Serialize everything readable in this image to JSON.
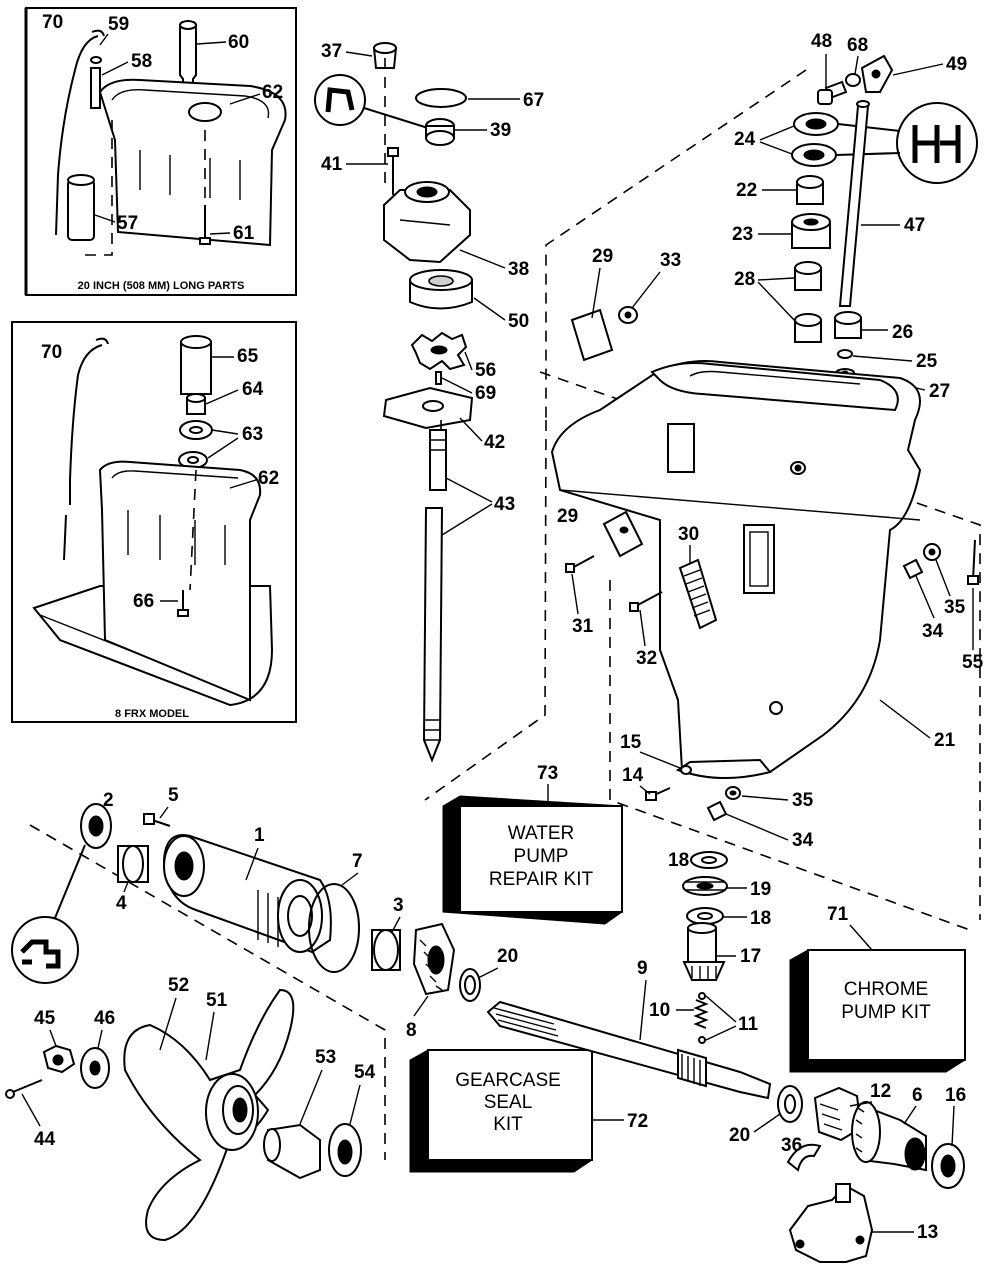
{
  "insets": {
    "long_parts_caption": "20 INCH (508 MM) LONG PARTS",
    "frx_caption": "8 FRX MODEL"
  },
  "kits": {
    "water_pump": [
      "WATER",
      "PUMP",
      "REPAIR KIT"
    ],
    "chrome_pump": [
      "CHROME",
      "PUMP KIT"
    ],
    "gearcase_seal": [
      "GEARCASE",
      "SEAL",
      "KIT"
    ]
  },
  "callouts": {
    "n1": "1",
    "n2": "2",
    "n3": "3",
    "n4": "4",
    "n5": "5",
    "n6": "6",
    "n7": "7",
    "n8": "8",
    "n9": "9",
    "n10": "10",
    "n11": "11",
    "n12": "12",
    "n13": "13",
    "n14": "14",
    "n15": "15",
    "n16": "16",
    "n17": "17",
    "n18a": "18",
    "n18b": "18",
    "n19": "19",
    "n20a": "20",
    "n20b": "20",
    "n21": "21",
    "n22": "22",
    "n23": "23",
    "n24": "24",
    "n25": "25",
    "n26": "26",
    "n27": "27",
    "n28": "28",
    "n29a": "29",
    "n29b": "29",
    "n30": "30",
    "n31": "31",
    "n32": "32",
    "n33": "33",
    "n34a": "34",
    "n34b": "34",
    "n35a": "35",
    "n35b": "35",
    "n36": "36",
    "n37": "37",
    "n38": "38",
    "n39": "39",
    "n41": "41",
    "n42": "42",
    "n43": "43",
    "n44": "44",
    "n45": "45",
    "n46": "46",
    "n47": "47",
    "n48": "48",
    "n49": "49",
    "n50": "50",
    "n51": "51",
    "n52": "52",
    "n53": "53",
    "n54": "54",
    "n55": "55",
    "n56": "56",
    "n57": "57",
    "n58": "58",
    "n59": "59",
    "n60": "60",
    "n61": "61",
    "n62a": "62",
    "n62b": "62",
    "n63": "63",
    "n64": "64",
    "n65": "65",
    "n66": "66",
    "n67": "67",
    "n68": "68",
    "n69": "69",
    "n70a": "70",
    "n70b": "70",
    "n71": "71",
    "n72": "72",
    "n73": "73"
  }
}
